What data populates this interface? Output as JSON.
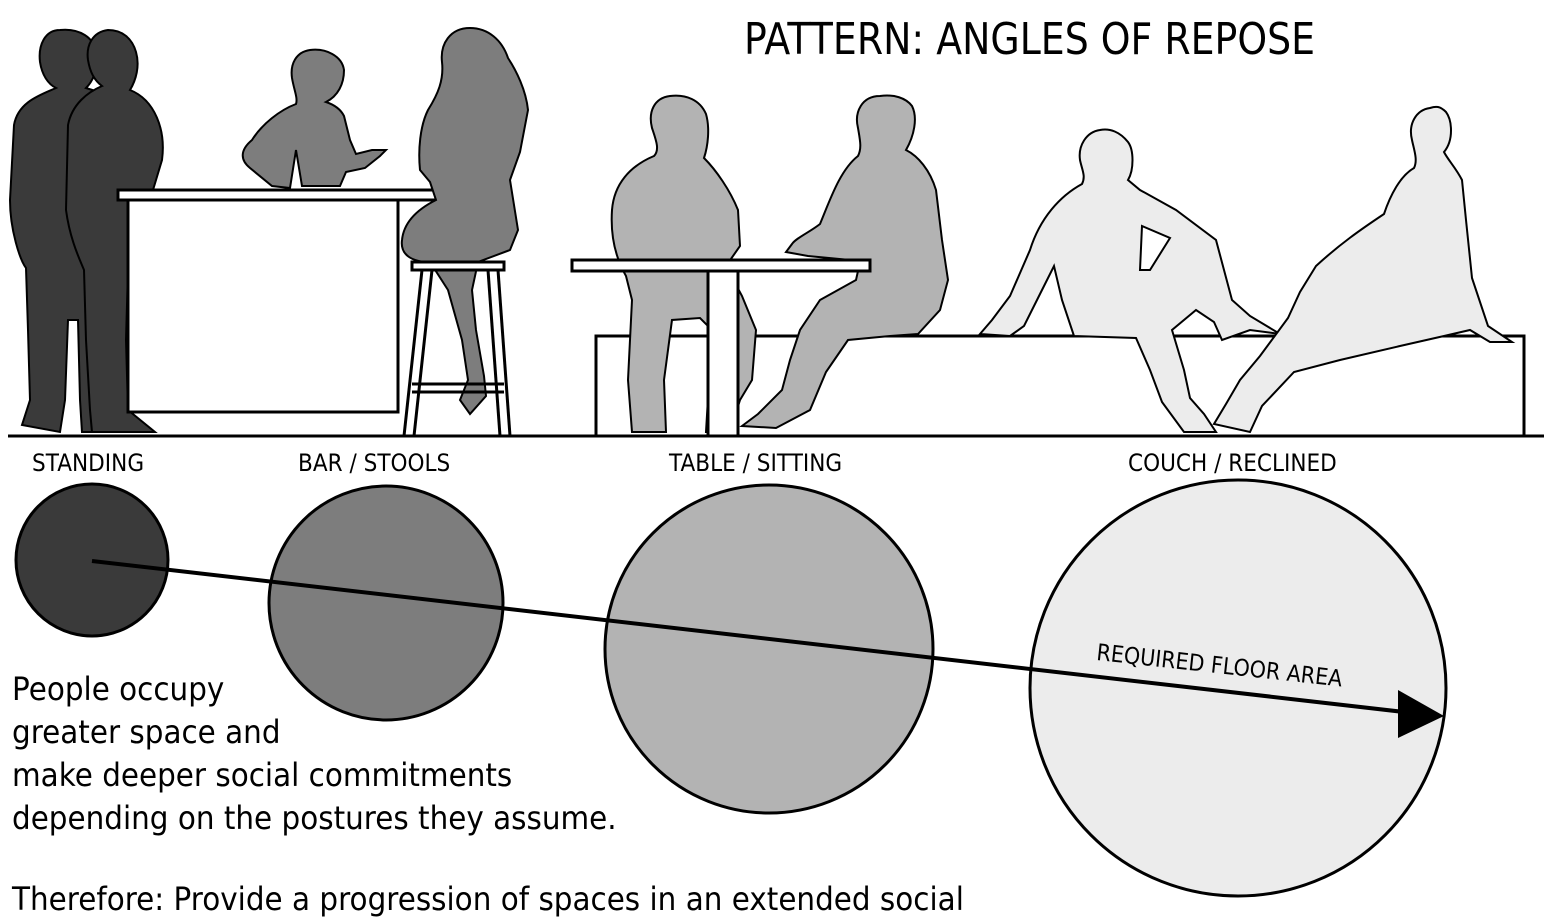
{
  "title": "PATTERN: ANGLES OF REPOSE",
  "postures": [
    {
      "label": "STANDING",
      "tone": "#3a3a3a"
    },
    {
      "label": "BAR / STOOLS",
      "tone": "#7d7d7d"
    },
    {
      "label": "TABLE / SITTING",
      "tone": "#b3b3b3"
    },
    {
      "label": "COUCH / RECLINED",
      "tone": "#ececec"
    }
  ],
  "arrow_label": "REQUIRED FLOOR AREA",
  "body_lines": [
    "People occupy",
    "greater space and",
    "make deeper social commitments",
    "depending on the postures they assume."
  ],
  "therefore_line": "Therefore: Provide a progression of spaces in an extended social"
}
